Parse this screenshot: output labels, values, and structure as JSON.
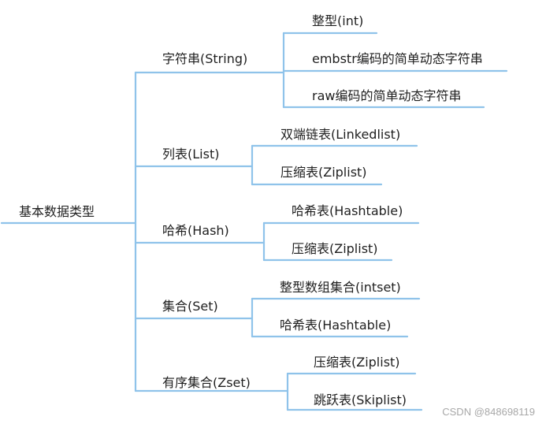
{
  "colors": {
    "line": "#8fc3ea",
    "text": "#1f1f1f",
    "watermark": "#a8a8a8"
  },
  "root": {
    "label": "基本数据类型"
  },
  "branches": [
    {
      "label": "字符串(String)",
      "children": [
        "整型(int)",
        "embstr编码的简单动态字符串",
        "raw编码的简单动态字符串"
      ]
    },
    {
      "label": "列表(List)",
      "children": [
        "双端链表(Linkedlist)",
        "压缩表(Ziplist)"
      ]
    },
    {
      "label": "哈希(Hash)",
      "children": [
        "哈希表(Hashtable)",
        "压缩表(Ziplist)"
      ]
    },
    {
      "label": "集合(Set)",
      "children": [
        "整型数组集合(intset)",
        "哈希表(Hashtable)"
      ]
    },
    {
      "label": "有序集合(Zset)",
      "children": [
        "压缩表(Ziplist)",
        "跳跃表(Skiplist)"
      ]
    }
  ],
  "watermark": "CSDN @848698119"
}
